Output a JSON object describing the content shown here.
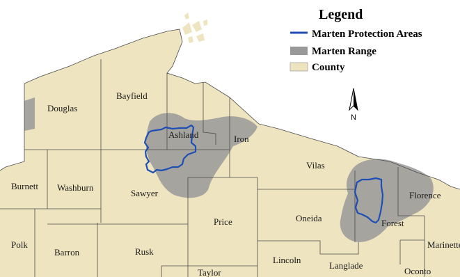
{
  "legend": {
    "title": "Legend",
    "items": [
      {
        "label": "Marten Protection Areas",
        "symbol": "line",
        "color": "#1f4fb4"
      },
      {
        "label": "Marten Range",
        "symbol": "patch",
        "color": "#999999"
      },
      {
        "label": "County",
        "symbol": "patch",
        "color": "#efe4c0"
      }
    ]
  },
  "north_arrow": {
    "label": "N"
  },
  "counties": [
    "Douglas",
    "Bayfield",
    "Ashland",
    "Iron",
    "Vilas",
    "Florence",
    "Burnett",
    "Washburn",
    "Sawyer",
    "Price",
    "Oneida",
    "Forest",
    "Marinette",
    "Polk",
    "Barron",
    "Rusk",
    "Lincoln",
    "Langlade",
    "Oconto",
    "Taylor"
  ],
  "colors": {
    "county_fill": "#efe4c0",
    "county_border": "#4a4a4a",
    "range_fill": "#999999",
    "protection_line": "#1f4fb4",
    "water": "#ffffff"
  }
}
